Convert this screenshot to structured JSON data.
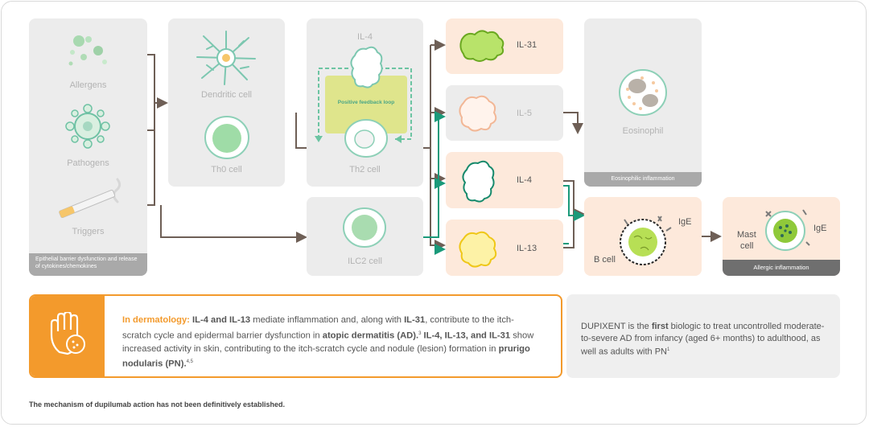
{
  "columns": {
    "col1": {
      "allergens": "Allergens",
      "pathogens": "Pathogens",
      "triggers": "Triggers",
      "caption": "Epithelial barrier dysfunction and release of cytokines/chemokines"
    },
    "col2": {
      "dendritic": "Dendritic cell",
      "th0": "Th0 cell"
    },
    "col3": {
      "il4_top": "IL-4",
      "feedback": "Positive feedback loop",
      "th2": "Th2 cell",
      "ilc2": "ILC2 cell"
    },
    "col4": {
      "il31": "IL-31",
      "il5": "IL-5",
      "il4": "IL-4",
      "il13": "IL-13"
    },
    "col5": {
      "eosinophil": "Eosinophil",
      "eos_caption": "Eosinophilic inflammation",
      "bcell": "B cell",
      "ige": "IgE"
    },
    "col6": {
      "mast_line1": "Mast",
      "mast_line2": "cell",
      "ige": "IgE",
      "caption": "Allergic inflammation"
    }
  },
  "info": {
    "lead": "In dermatology:",
    "t1": " IL-4 and IL-13",
    "t2": " mediate inflammation and, along with ",
    "t3": "IL-31",
    "t4": ", contribute to the itch-scratch cycle and epidermal barrier dysfunction in ",
    "t5": "atopic dermatitis (AD).",
    "ref1": "3",
    "t6": " IL-4, IL-13, and IL-31",
    "t7": " show increased activity in skin, contributing to the itch-scratch cycle and nodule (lesion) formation in ",
    "t8": "prurigo nodularis (PN).",
    "ref2": "4,5"
  },
  "dupixent": {
    "p1": "DUPIXENT is the ",
    "bold": "first",
    "p2": " biologic to treat uncontrolled moderate-to-severe AD from infancy (aged 6+ months) to adulthood, as well as adults with PN",
    "ref": "1"
  },
  "footnote": "The mechanism of dupilumab action has not been definitively established.",
  "colors": {
    "orange": "#f39a2c",
    "teal": "#1a9a7a",
    "arrow": "#6e5f56",
    "yellow": "#dfe58c"
  }
}
